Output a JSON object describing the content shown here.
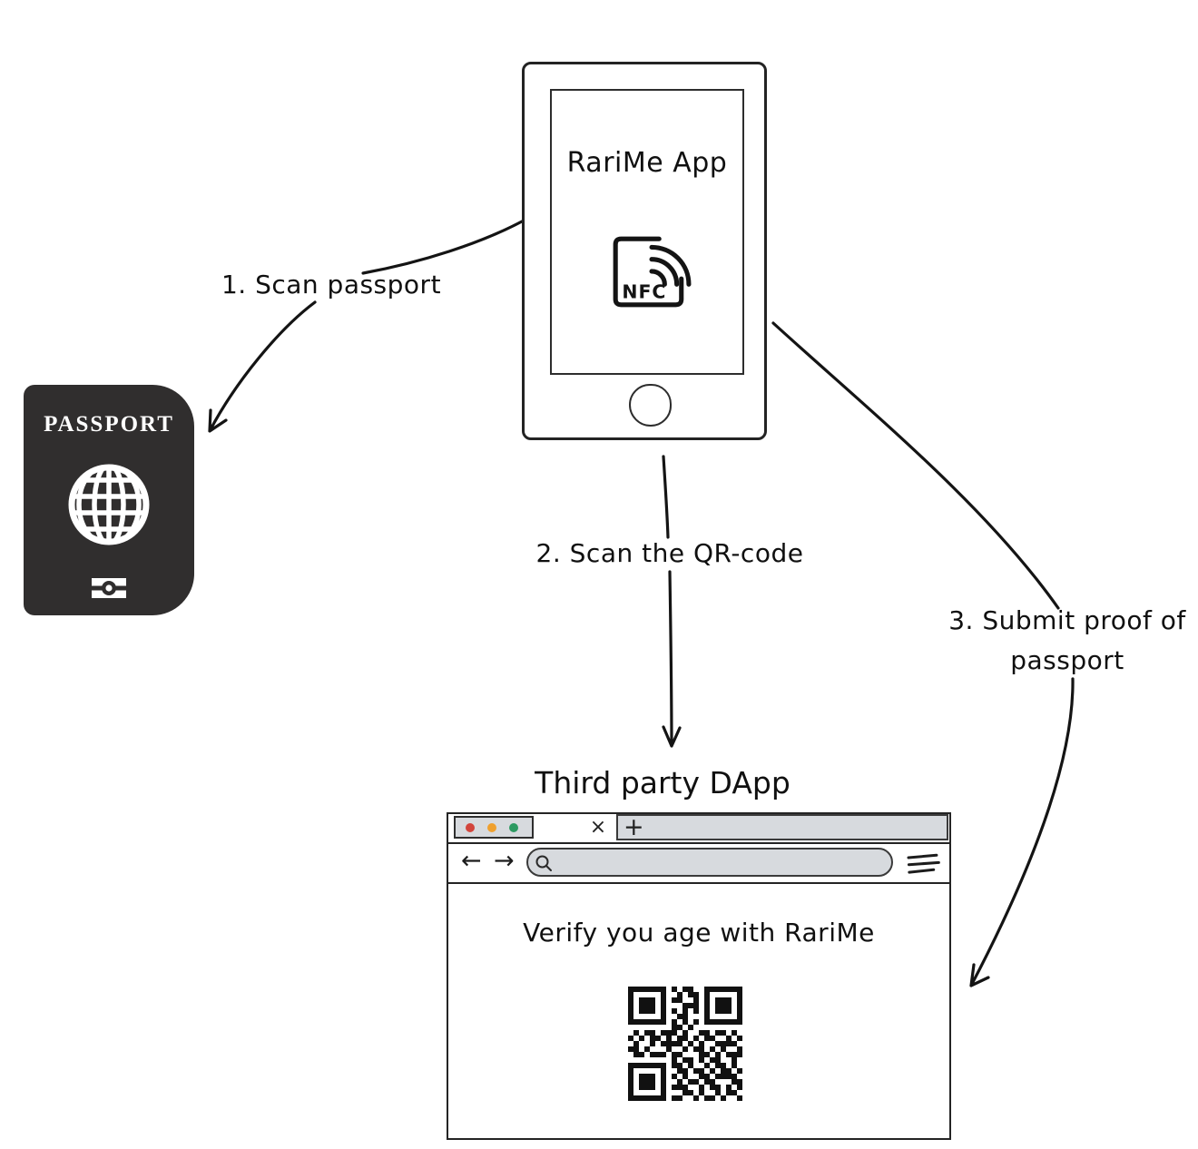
{
  "labels": {
    "step1": "1. Scan passport",
    "step2": "2. Scan the QR-code",
    "step3_line1": "3. Submit proof of",
    "step3_line2": "passport"
  },
  "phone": {
    "app_name": "RariMe App",
    "nfc_label": "NFC"
  },
  "passport": {
    "title": "PASSPORT"
  },
  "browser": {
    "title": "Third party DApp",
    "heading": "Verify you age with RariMe",
    "controls": {
      "close_tab": "×",
      "new_tab": "+",
      "back": "←",
      "forward": "→"
    }
  },
  "colors": {
    "passport_bg": "#302e2e",
    "chrome_gray": "#d7dade",
    "traffic_red": "#d2453c",
    "traffic_orange": "#efa02e",
    "traffic_green": "#2d9a62",
    "stroke": "#141414"
  },
  "qr_matrix": [
    "111111101011001111111",
    "100000100101101000001",
    "101110101100101011101",
    "101110100011101011101",
    "101110101010101011101",
    "100000100110001000001",
    "111111101010101111111",
    "000000001101000000000",
    "010110111010011011010",
    "101011010110101100101",
    "010010111101010011110",
    "110100010010110101001",
    "011011101100011010111",
    "000000001011010110010",
    "111111101101001011010",
    "100000100110110101101",
    "101110101010011011110",
    "101110100101101100011",
    "101110101110010110101",
    "100000100011010010110",
    "111111101100101101001"
  ]
}
